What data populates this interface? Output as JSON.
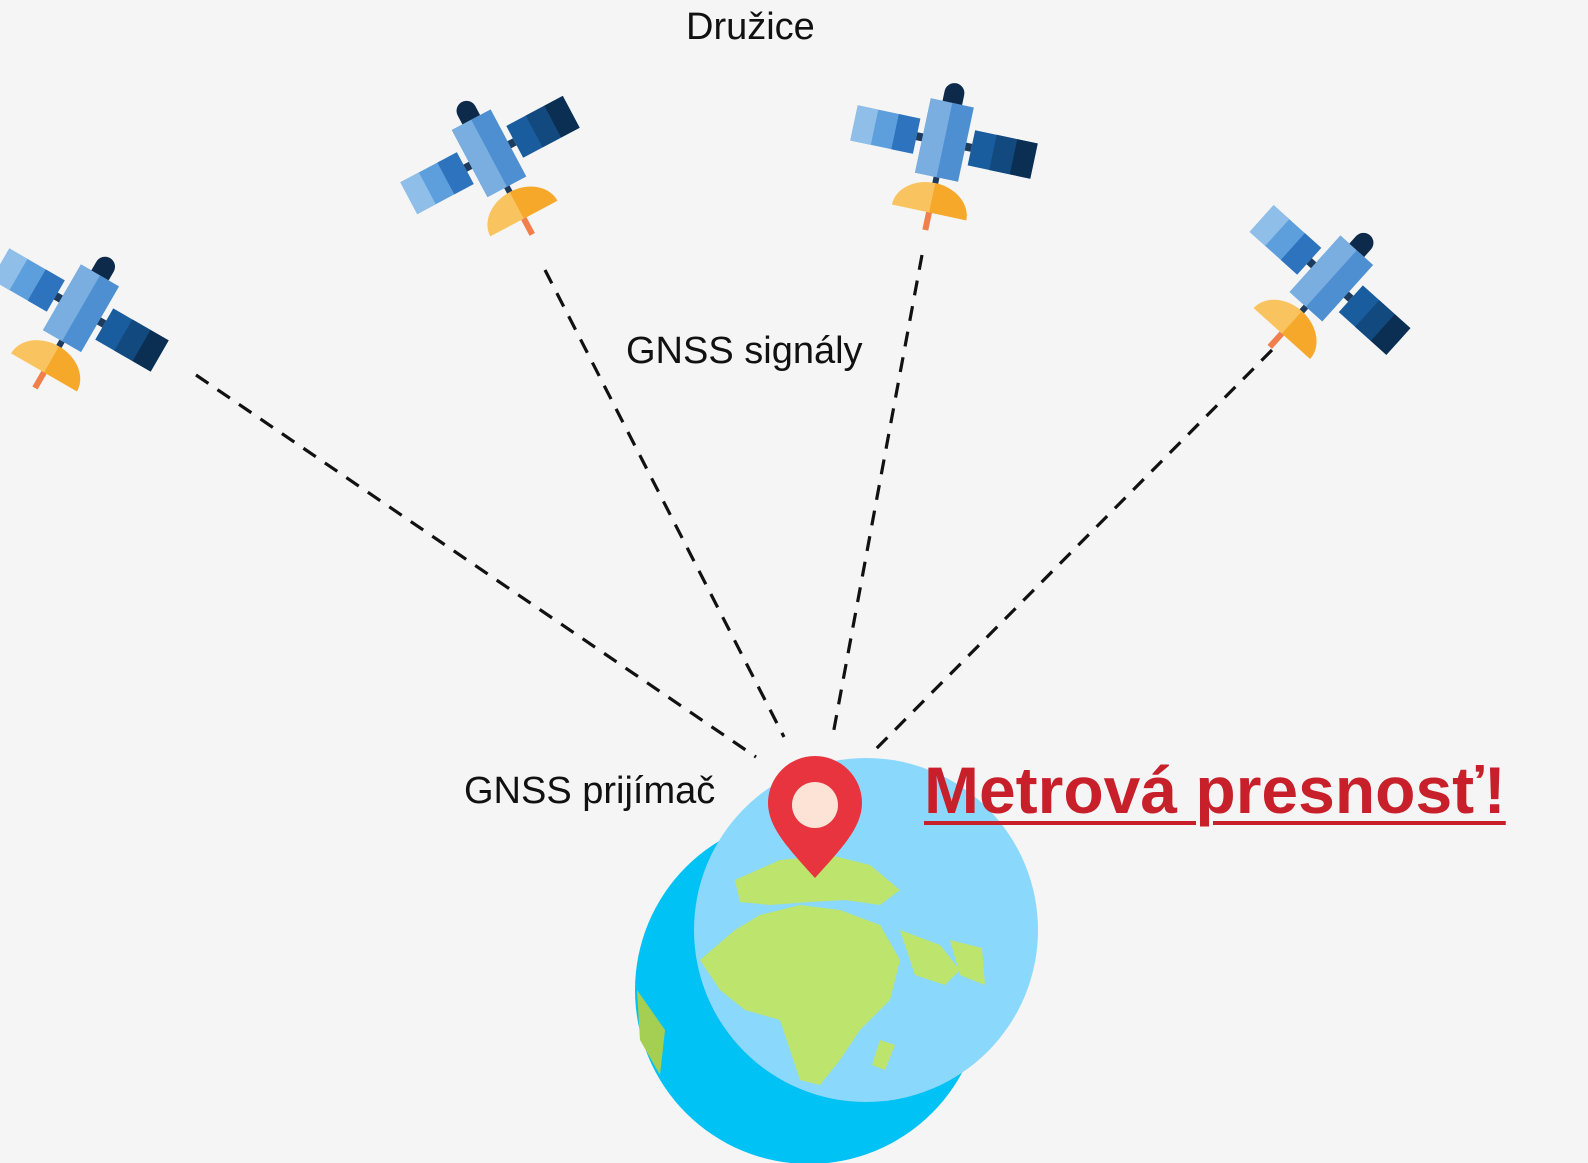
{
  "labels": {
    "satellites": "Družice",
    "signals": "GNSS signály",
    "receiver": "GNSS prijímač"
  },
  "headline": "Metrová presnosť!",
  "colors": {
    "headline": "#c8202a",
    "pin": "#e8343e",
    "ocean": "#00c2f5",
    "land": "#bde46c",
    "panel_dark": "#0f3c66",
    "panel_light": "#4d93d6",
    "dish": "#f7b43a"
  },
  "icons": {
    "satellite": "satellite-icon",
    "pin": "location-pin-icon",
    "globe": "earth-globe-icon"
  }
}
